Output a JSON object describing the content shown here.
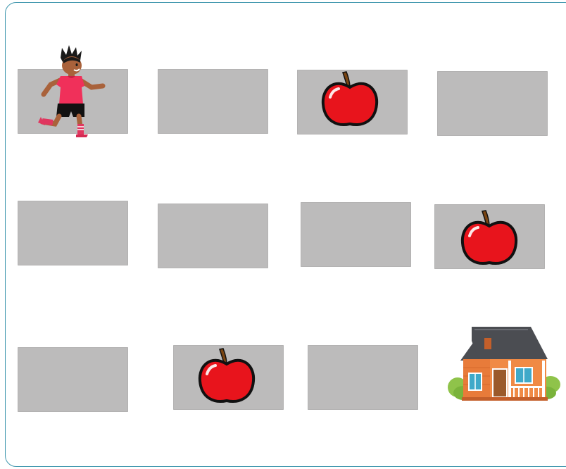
{
  "board": {
    "rows": 3,
    "columns": 4,
    "tiles": [
      {
        "row": 1,
        "col": 1,
        "contents": "runner"
      },
      {
        "row": 1,
        "col": 2,
        "contents": "empty"
      },
      {
        "row": 1,
        "col": 3,
        "contents": "apple"
      },
      {
        "row": 1,
        "col": 4,
        "contents": "empty"
      },
      {
        "row": 2,
        "col": 1,
        "contents": "empty"
      },
      {
        "row": 2,
        "col": 2,
        "contents": "empty"
      },
      {
        "row": 2,
        "col": 3,
        "contents": "empty"
      },
      {
        "row": 2,
        "col": 4,
        "contents": "apple"
      },
      {
        "row": 3,
        "col": 1,
        "contents": "empty"
      },
      {
        "row": 3,
        "col": 2,
        "contents": "apple"
      },
      {
        "row": 3,
        "col": 3,
        "contents": "empty"
      },
      {
        "row": 3,
        "col": 4,
        "contents": "house"
      }
    ]
  },
  "sprites": {
    "player": "runner-character",
    "collectible": "apple-icon",
    "goal": "house-icon"
  },
  "colors": {
    "frame_border": "#3e96ad",
    "tile": "#bcbbbb",
    "apple": "#e8141c",
    "shirt": "#f0305a",
    "roof": "#4b4d52",
    "house_wall": "#e87b3a"
  }
}
